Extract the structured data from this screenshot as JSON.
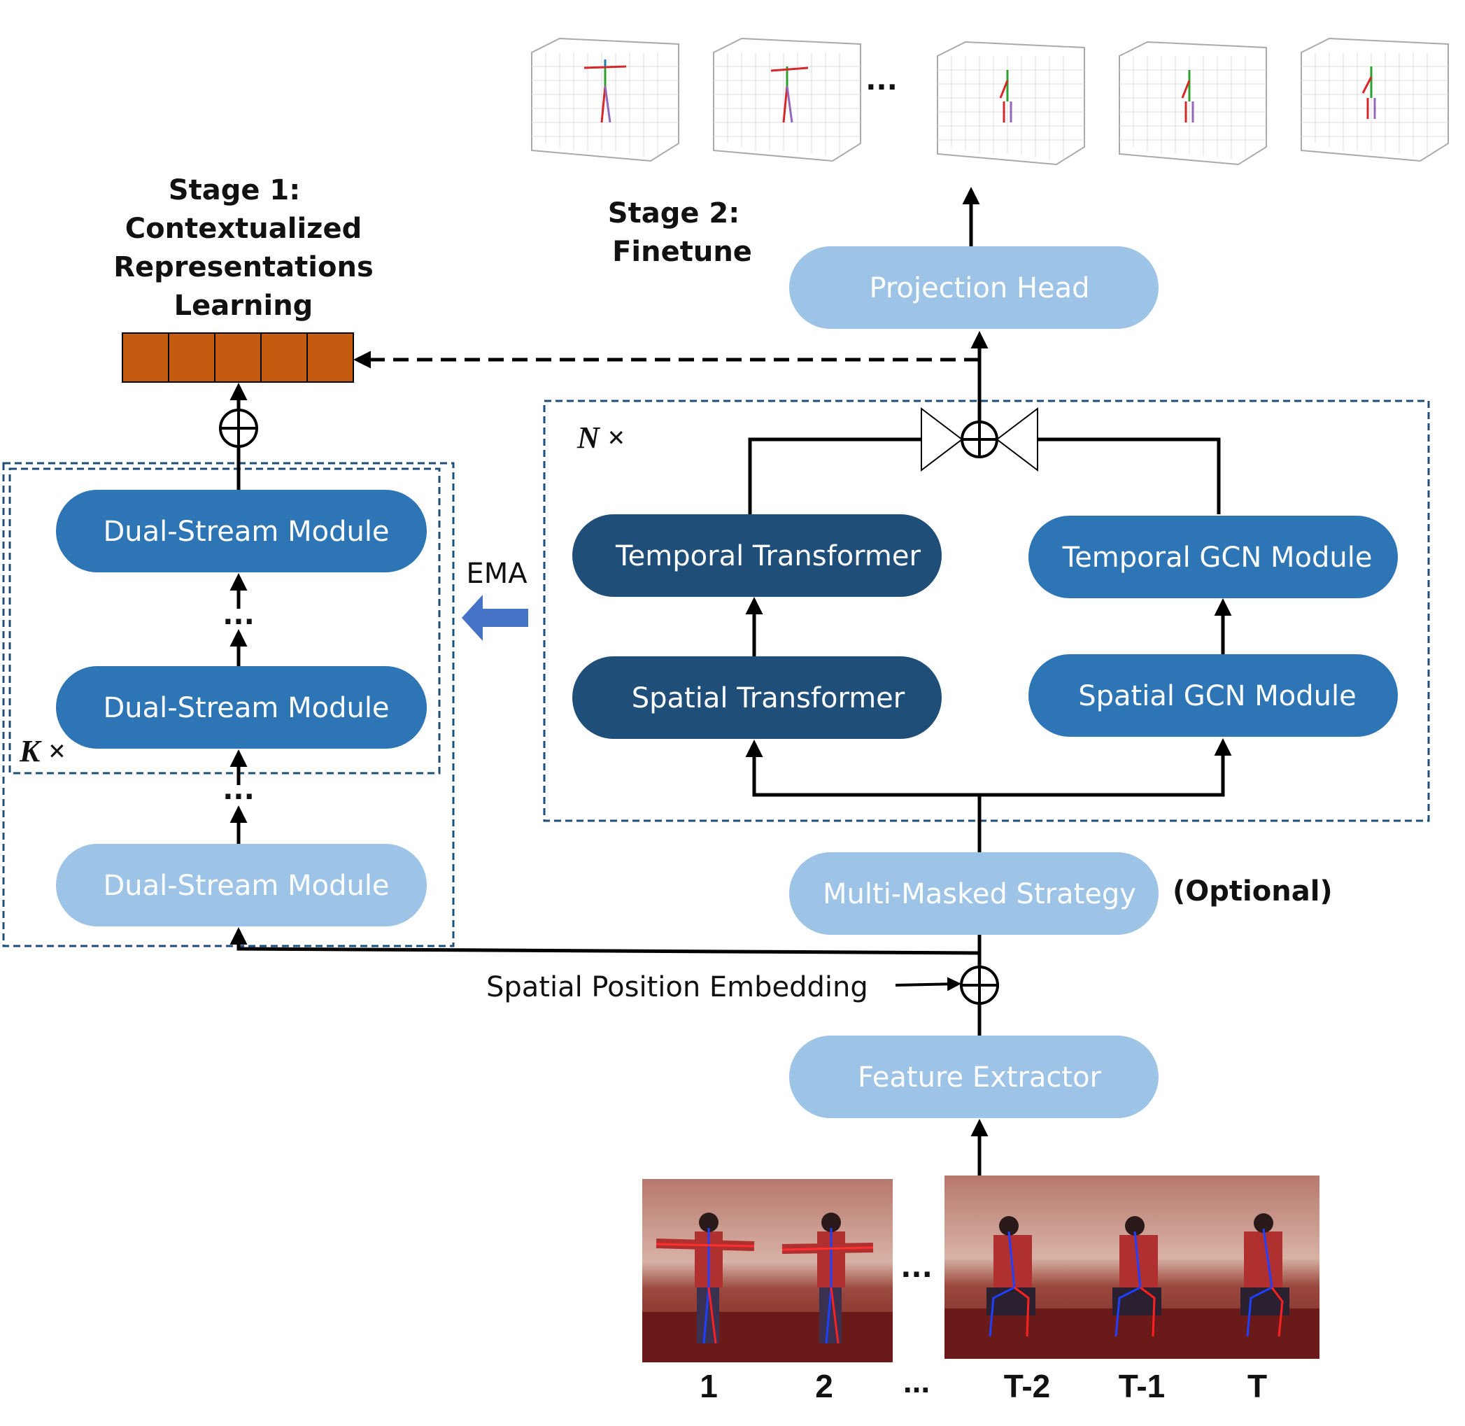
{
  "stage1": {
    "line1": "Stage 1:",
    "line2": "Contextualized",
    "line3": "Representations",
    "line4": "Learning"
  },
  "stage2": {
    "line1": "Stage 2:",
    "line2": "Finetune"
  },
  "modules": {
    "projection_head": "Projection Head",
    "temporal_transformer": "Temporal Transformer",
    "spatial_transformer": "Spatial Transformer",
    "temporal_gcn": "Temporal GCN Module",
    "spatial_gcn": "Spatial GCN Module",
    "multi_masked": "Multi-Masked Strategy",
    "feature_extractor": "Feature Extractor",
    "dual_stream_top": "Dual-Stream Module",
    "dual_stream_mid": "Dual-Stream Module",
    "dual_stream_bottom": "Dual-Stream Module"
  },
  "labels": {
    "optional": "(Optional)",
    "spatial_position_embedding": "Spatial Position Embedding",
    "ema": "EMA",
    "n_times": "N ×",
    "k_times": "K ×",
    "ellipsis": "..."
  },
  "frame_labels": [
    "1",
    "2",
    "...",
    "T-2",
    "T-1",
    "T"
  ],
  "colors": {
    "light_pill": "#9dc3e6",
    "mid_pill": "#2e75b6",
    "dark_pill": "#1f4e79",
    "token": "#c55a11",
    "dashed_box": "#1f4e79",
    "ema_arrow": "#4472c4"
  }
}
